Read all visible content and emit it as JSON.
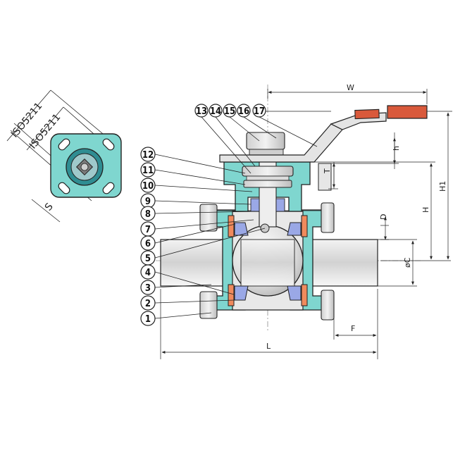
{
  "colors": {
    "body_fill": "#7fd6cf",
    "seat_fill": "#9aa8e6",
    "gasket_fill": "#f08a5d",
    "handle_grip": "#d9593b",
    "line": "#222222",
    "metal_light": "#e9e9e9",
    "metal_dark": "#bdbdbd"
  },
  "iso_labels": {
    "outer": "ISO5211",
    "inner": "ISO5211",
    "stem": "S"
  },
  "dimensions": {
    "W": "W",
    "h": "h",
    "T": "T",
    "H": "H",
    "H1": "H1",
    "D": "D",
    "C": "øC",
    "F": "F",
    "L": "L"
  },
  "callouts": {
    "top": [
      "13",
      "14",
      "15",
      "16",
      "17"
    ],
    "left": [
      "12",
      "11",
      "10",
      "9",
      "8",
      "7",
      "6",
      "5",
      "4",
      "3",
      "2",
      "1"
    ]
  }
}
